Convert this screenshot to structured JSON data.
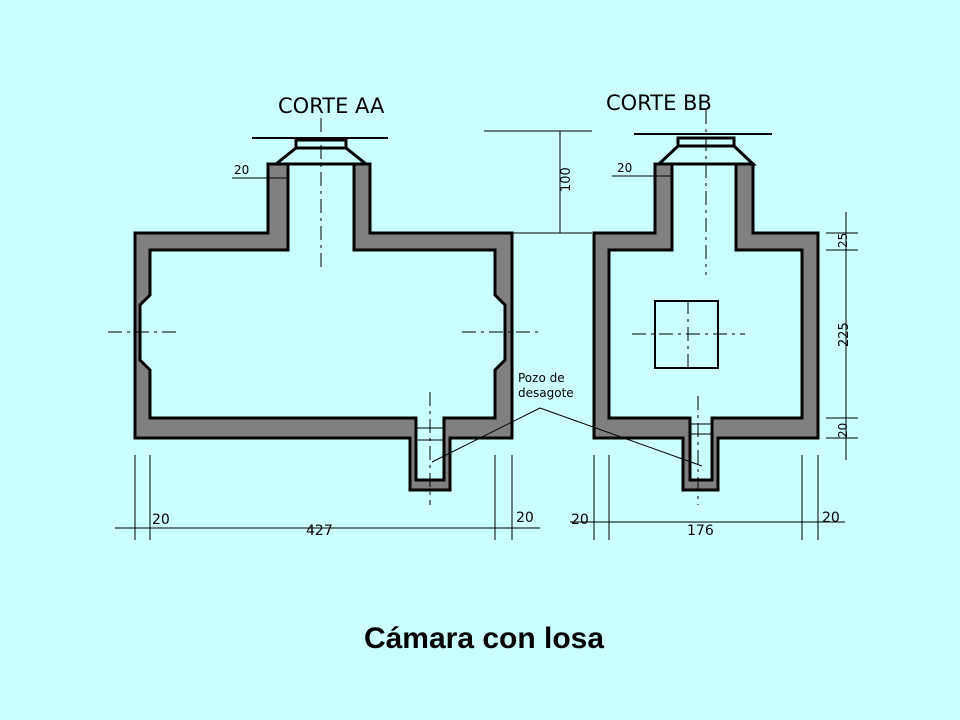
{
  "section_aa": {
    "title": "CORTE AA",
    "dim_wall_top": "20",
    "dim_left": "20",
    "dim_width": "427",
    "dim_right": "20",
    "dim_neck_height": "100"
  },
  "section_bb": {
    "title": "CORTE BB",
    "dim_wall_top": "20",
    "dim_left": "20",
    "dim_width": "176",
    "dim_right": "20",
    "dim_top": "25",
    "dim_height": "225",
    "dim_bottom": "20"
  },
  "annotation": {
    "line1": "Pozo de",
    "line2": "desagote"
  },
  "caption": "Cámara con losa",
  "colors": {
    "background": "#ccffff",
    "wall": "#808080",
    "line": "#000000"
  }
}
